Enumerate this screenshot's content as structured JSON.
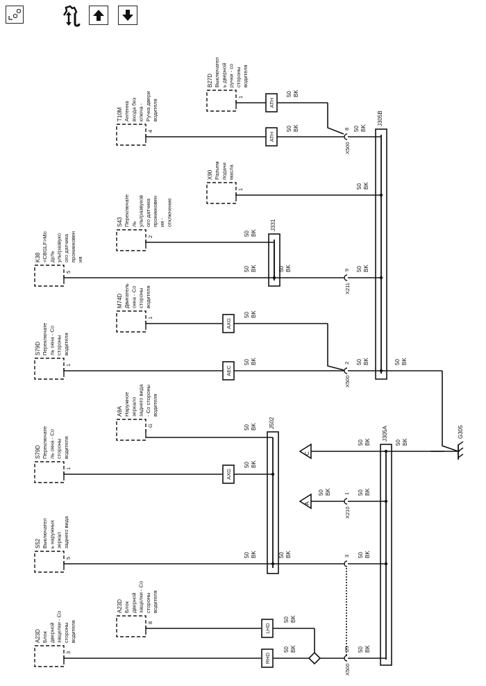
{
  "toolbar": {
    "loc_label": "LOC",
    "buttons": [
      {
        "name": "legend-symbols-button",
        "icon": "connector-symbols-icon"
      },
      {
        "name": "scroll-up-button",
        "icon": "arrow-up-icon"
      },
      {
        "name": "scroll-down-button",
        "icon": "arrow-down-icon"
      }
    ]
  },
  "wire": {
    "gauge": "50",
    "color": "BK"
  },
  "components": [
    {
      "id": "B27D",
      "lines": [
        "B27D",
        "Выключател",
        "ь дверной",
        "ручки - со",
        "стороны",
        "водителя"
      ],
      "pin": "1"
    },
    {
      "id": "T10M",
      "lines": [
        "T10M",
        "Антенна",
        "входа без",
        "ключа -",
        "Ручка двери",
        "водителя"
      ],
      "pin": "4"
    },
    {
      "id": "X90",
      "lines": [
        "X90",
        "Разъем",
        "подачи",
        "масла"
      ],
      "pin": "1"
    },
    {
      "id": "S43",
      "lines": [
        "S43",
        "Переключате",
        "ль",
        "ультразвуков",
        "ого датчика",
        "проникновен",
        "ия -",
        "отключение"
      ],
      "pin": "2"
    },
    {
      "id": "K38",
      "lines": [
        "K38",
        "<CBGLF>Мо",
        "дуль",
        "ультразвуко",
        "ого датчика",
        "проникновен",
        "ия"
      ],
      "pin": "5"
    },
    {
      "id": "M74D",
      "lines": [
        "M74D",
        "Двигатель",
        "окна - Со",
        "стороны",
        "водителя"
      ],
      "pin": "1"
    },
    {
      "id": "S79D-a",
      "lines": [
        "S79D",
        "Переключате",
        "ль окна - Со",
        "стороны",
        "водителя"
      ],
      "pin": "1"
    },
    {
      "id": "A9A",
      "lines": [
        "A9A",
        "Наружное",
        "зеркало",
        "заднего вида",
        "- Со стороны",
        "водителя"
      ],
      "pin": "G"
    },
    {
      "id": "S79D-b",
      "lines": [
        "S79D",
        "Переключате",
        "ль окна - Со",
        "стороны",
        "водителя"
      ],
      "pin": "1"
    },
    {
      "id": "S52",
      "lines": [
        "S52",
        "Выключател",
        "ь наружных",
        "зеркал",
        "заднего вида"
      ],
      "pin": "5"
    },
    {
      "id": "A23D-8",
      "lines": [
        "A23D",
        "Блок",
        "дверной",
        "защелки - Со",
        "стороны",
        "водителя"
      ],
      "pin": "8"
    },
    {
      "id": "A23D-3",
      "lines": [
        "A23D",
        "Блок",
        "дверной",
        "защелки - Со",
        "стороны",
        "водителя"
      ],
      "pin": "3"
    }
  ],
  "options": {
    "ath": "ATH",
    "axg": "AXG",
    "aec": "AEC",
    "lhd": "LHD",
    "rhd": "RHD"
  },
  "splices": {
    "j305b": "J305B",
    "j331": "J331",
    "j502": "J502",
    "j305a": "J305A"
  },
  "connectors": {
    "x500": "X500",
    "x211": "X211",
    "x210": "X210",
    "pins": {
      "x500_8": "8",
      "x211_9": "9",
      "x500_2": "2",
      "x210_1": "1",
      "x500_3": "3",
      "x500_25": "25"
    }
  },
  "references": {
    "c": "C",
    "a": "A"
  },
  "ground": {
    "id": "G305"
  }
}
